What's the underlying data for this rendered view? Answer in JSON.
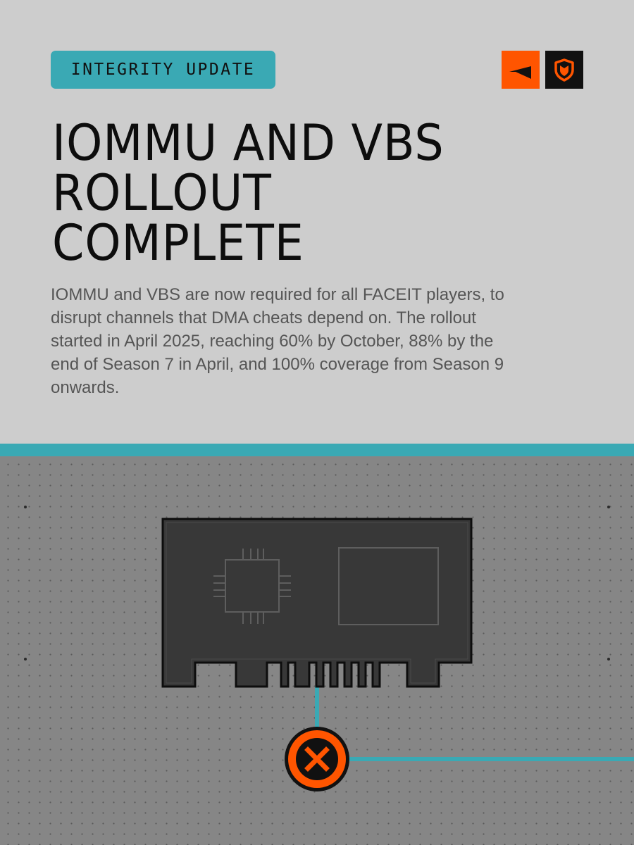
{
  "badge": {
    "label": "INTEGRITY UPDATE"
  },
  "logos": [
    {
      "name": "faceit-logo",
      "color": "#ff5500"
    },
    {
      "name": "anticheat-shield-logo",
      "color": "#111111"
    }
  ],
  "headline": {
    "lines": [
      "IOMMU AND VBS",
      "ROLLOUT",
      "COMPLETE"
    ]
  },
  "description": "IOMMU and VBS are now required for all FACEIT players, to disrupt channels that DMA cheats depend on. The rollout started in April 2025, reaching 60% by October, 88% by the end of Season 7 in April, and 100% coverage from Season 9 onwards.",
  "illustration": {
    "card_icon": "pcie-card-icon",
    "blocked_icon": "blocked-x-icon",
    "colors": {
      "accent": "#3aa9b4",
      "alert": "#ff5500",
      "card": "#383838",
      "background_top": "#cdcdcd",
      "background_bottom": "#868686"
    }
  }
}
